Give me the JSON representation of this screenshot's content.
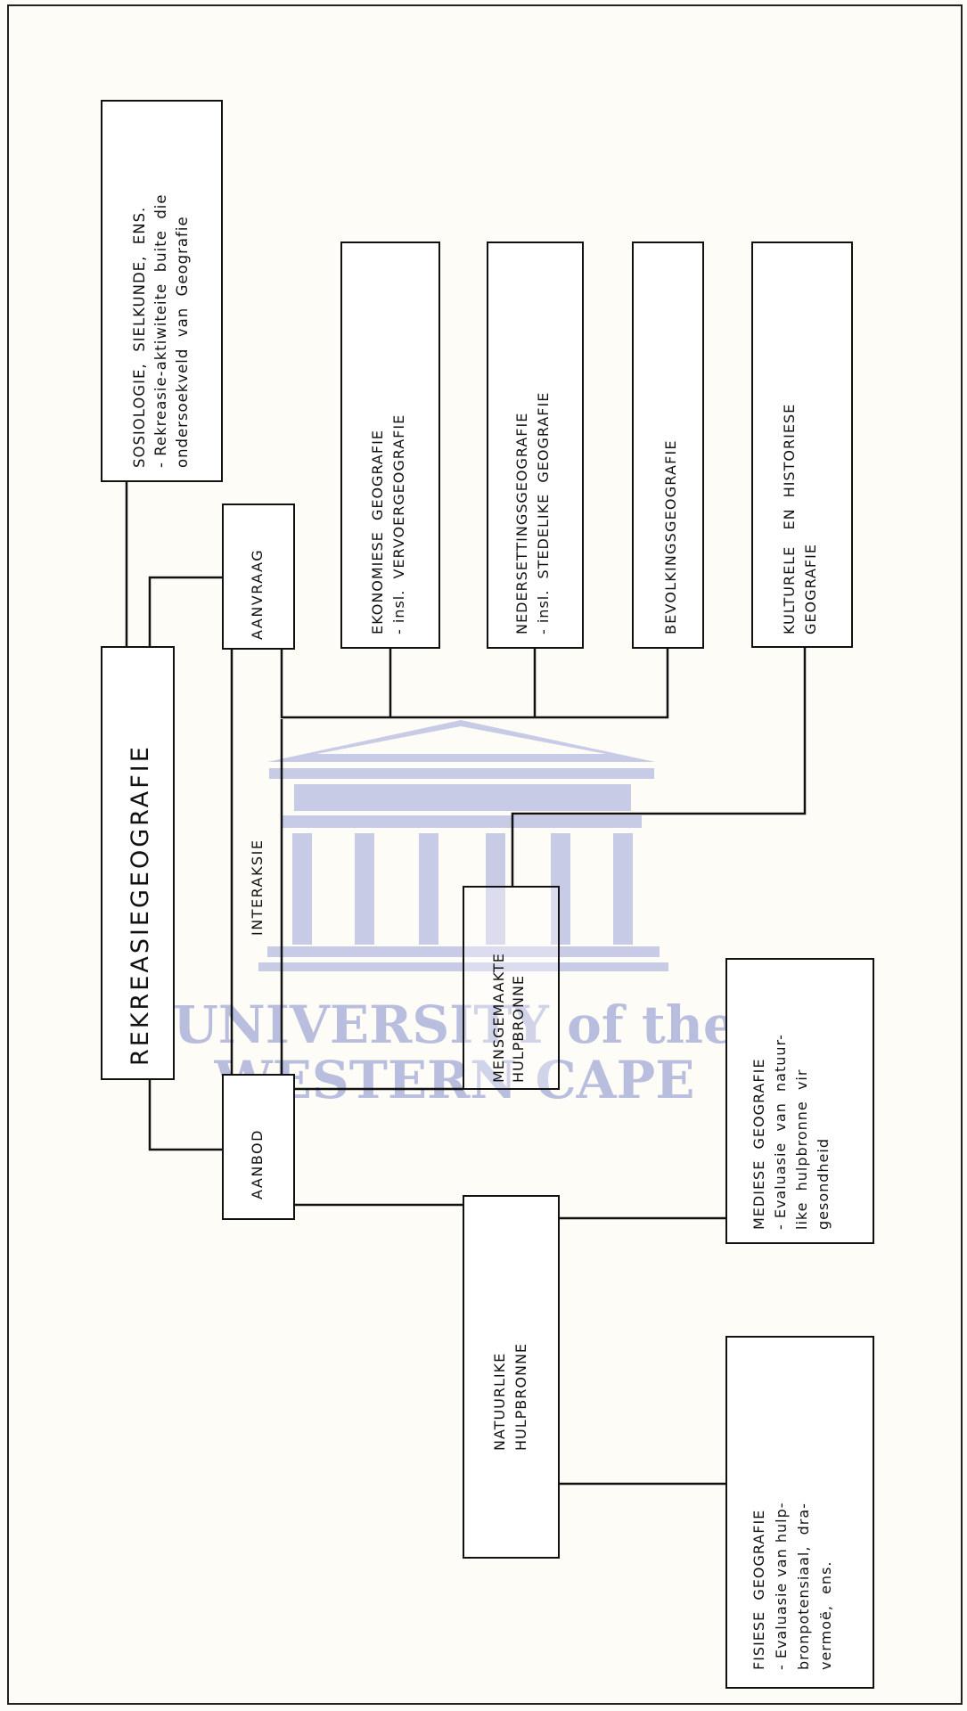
{
  "nodes": {
    "root": [
      "REKREASIEGEOGRAFIE"
    ],
    "sosiologie": [
      "SOSIOLOGIE,  SIELKUNDE,  ENS.",
      "- Rekreasie-aktiwiteite  buite  die",
      "ondersoekveld  van  Geografie"
    ],
    "aanvraag": [
      "AANVRAAG"
    ],
    "aanbod": [
      "AANBOD"
    ],
    "interaksie": [
      "INTERAKSIE"
    ],
    "ekonomiese": [
      "EKONOMIESE  GEOGRAFIE",
      "- insl.  VERVOERGEOGRAFIE"
    ],
    "nedersettings": [
      "NEDERSETTINGSGEOGRAFIE",
      "- insl.  STEDELIKE  GEOGRAFIE"
    ],
    "bevolkings": [
      "BEVOLKINGSGEOGRAFIE"
    ],
    "kulturele": [
      "KULTURELE   EN  HISTORIESE",
      "GEOGRAFIE"
    ],
    "mensgemaakte": [
      "MENSGEMAAKTE",
      "HULPBRONNE"
    ],
    "natuurlike": [
      "NATUURLIKE",
      "HULPBRONNE"
    ],
    "mediese": [
      "MEDIESE  GEOGRAFIE",
      "- Evaluasie  van  natuur-",
      "like  hulpbronne  vir",
      "gesondheid"
    ],
    "fisiese": [
      "FISIESE  GEOGRAFIE",
      "- Evaluasie van hulp-",
      "bronpotensiaal,  dra-",
      "vermoë,  ens."
    ]
  },
  "watermark": {
    "line1": "UNIVERSITY of the",
    "line2": "WESTERN CAPE",
    "logo": "university-building-logo"
  }
}
